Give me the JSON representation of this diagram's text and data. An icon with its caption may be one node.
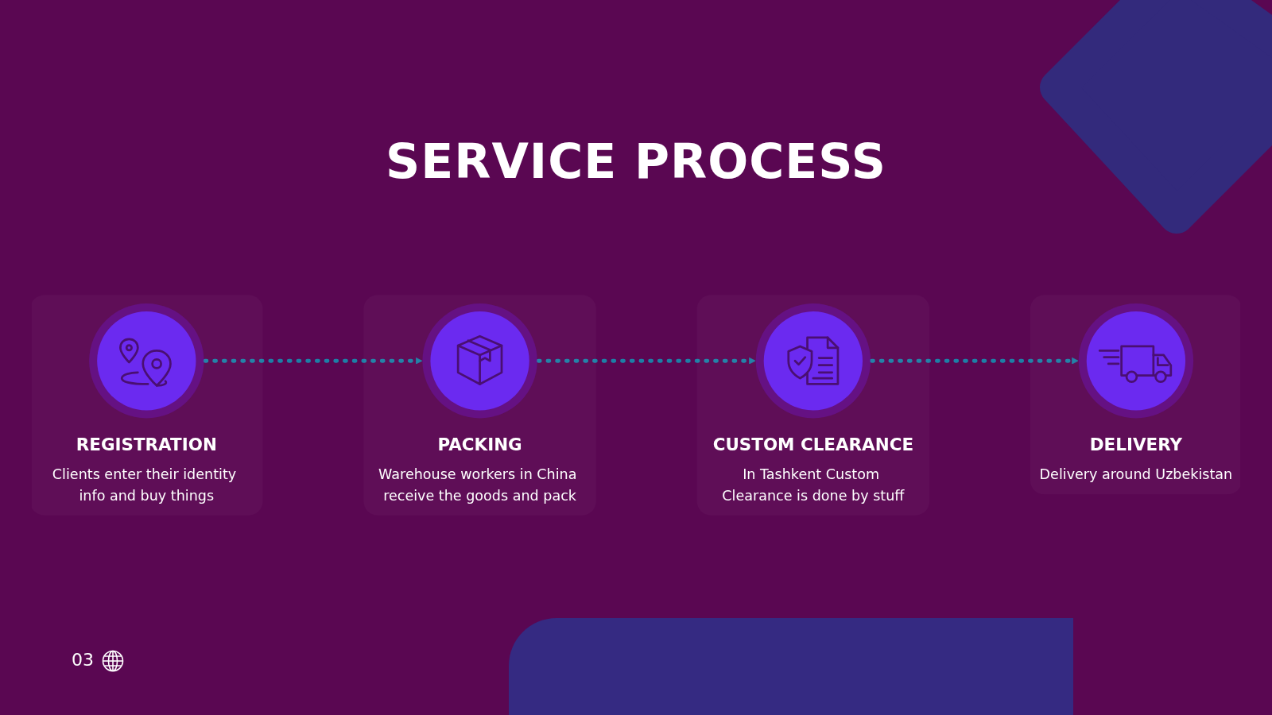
{
  "diagram": {
    "title": "SERVICE PROCESS",
    "nodes": [
      {
        "text": [
          "REGISTRATION",
          "Clients enter their identity info and buy things"
        ]
      },
      {
        "text": [
          "PACKING",
          "Warehouse workers in China receive the goods and pack"
        ]
      },
      {
        "text": [
          "CUSTOM CLEARANCE",
          "In Tashkent Custom Clearance is done by stuff"
        ]
      },
      {
        "text": [
          "DELIVERY",
          "Delivery around Uzbekistan"
        ]
      }
    ],
    "edges": [
      {
        "from": 0,
        "to": 1,
        "arrow": "to",
        "style": "dashed"
      },
      {
        "from": 1,
        "to": 2,
        "arrow": "to",
        "style": "dashed"
      },
      {
        "from": 2,
        "to": 3,
        "arrow": "to",
        "style": "dashed"
      }
    ],
    "labels": [
      "03"
    ]
  }
}
